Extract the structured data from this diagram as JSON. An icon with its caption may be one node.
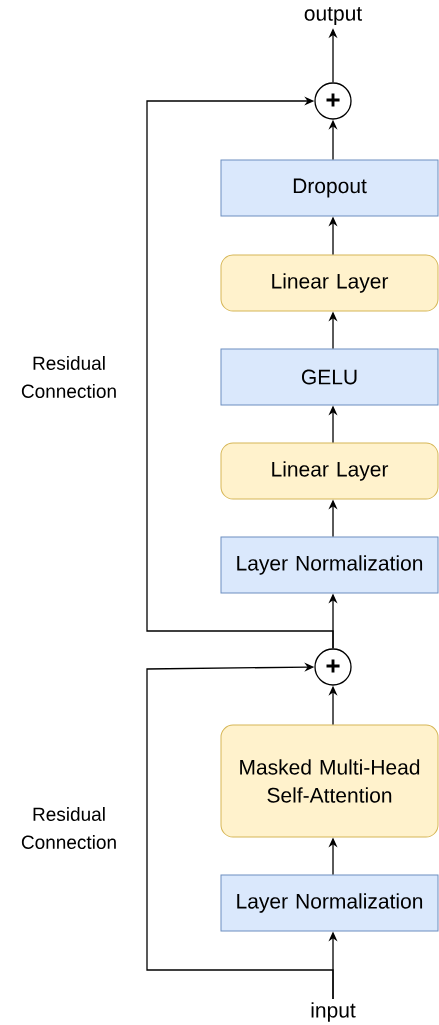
{
  "diagram": {
    "nodes": [
      {
        "text": [
          "output"
        ]
      },
      {
        "text": [
          "+"
        ]
      },
      {
        "text": [
          "Dropout"
        ]
      },
      {
        "text": [
          "Linear Layer"
        ]
      },
      {
        "text": [
          "GELU"
        ]
      },
      {
        "text": [
          "Linear Layer"
        ]
      },
      {
        "text": [
          "Layer Normalization"
        ]
      },
      {
        "text": [
          "+"
        ]
      },
      {
        "text": [
          "Masked Multi-Head Self-Attention"
        ]
      },
      {
        "text": [
          "Layer Normalization"
        ]
      },
      {
        "text": [
          "input"
        ]
      }
    ],
    "edges": [
      {
        "from": 10,
        "to": 9,
        "arrow": "to"
      },
      {
        "from": 9,
        "to": 8,
        "arrow": "to"
      },
      {
        "from": 8,
        "to": 7,
        "arrow": "to"
      },
      {
        "from": 7,
        "to": 6,
        "arrow": "to"
      },
      {
        "from": 6,
        "to": 5,
        "arrow": "to"
      },
      {
        "from": 5,
        "to": 4,
        "arrow": "to"
      },
      {
        "from": 4,
        "to": 3,
        "arrow": "to"
      },
      {
        "from": 3,
        "to": 2,
        "arrow": "to"
      },
      {
        "from": 2,
        "to": 1,
        "arrow": "to"
      },
      {
        "from": 1,
        "to": 0,
        "arrow": "to"
      },
      {
        "from": 10,
        "to": 7,
        "arrow": "to"
      },
      {
        "from": 7,
        "to": 1,
        "arrow": "to"
      }
    ],
    "labels": [
      "Residual Connection",
      "Residual Connection"
    ]
  }
}
